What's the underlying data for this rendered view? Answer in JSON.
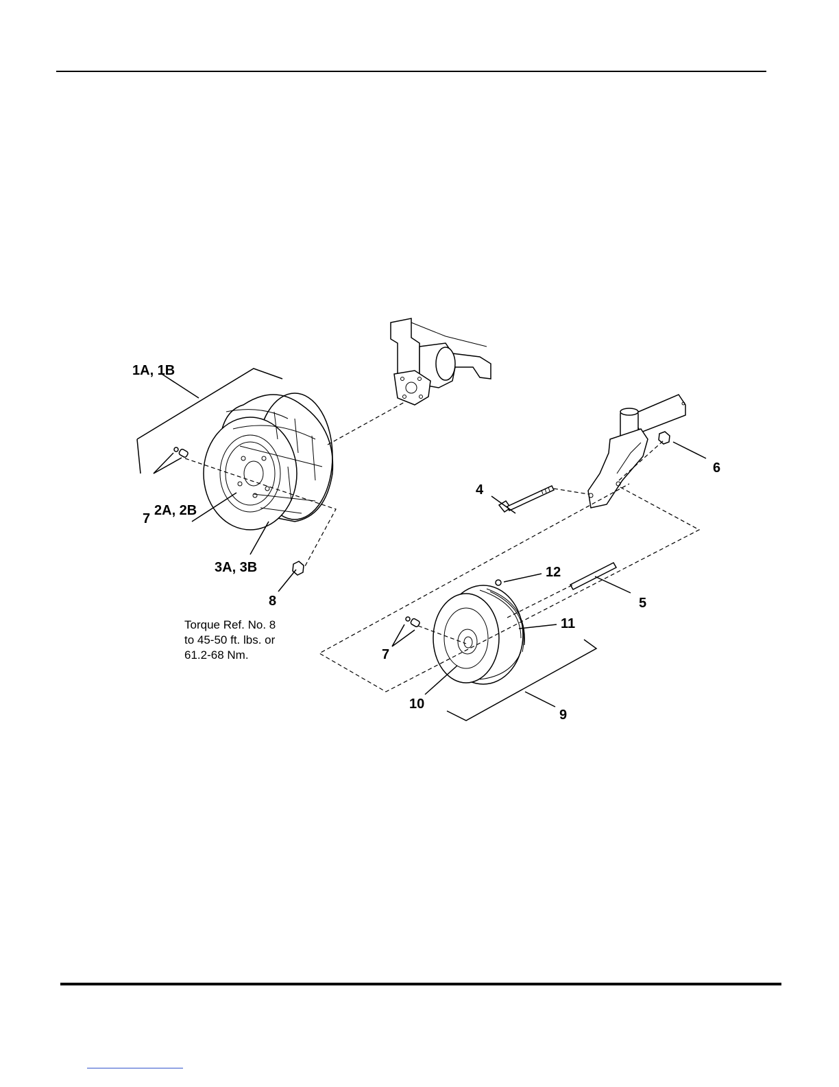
{
  "callouts": {
    "c1": "1A, 1B",
    "c2": "2A, 2B",
    "c3": "3A, 3B",
    "c4": "4",
    "c5": "5",
    "c6": "6",
    "c7a": "7",
    "c7b": "7",
    "c8": "8",
    "c9": "9",
    "c10": "10",
    "c11": "11",
    "c12": "12"
  },
  "torque_note": {
    "line1": "Torque Ref. No. 8",
    "line2": "to 45-50 ft. lbs. or",
    "line3": "61.2-68 Nm."
  }
}
